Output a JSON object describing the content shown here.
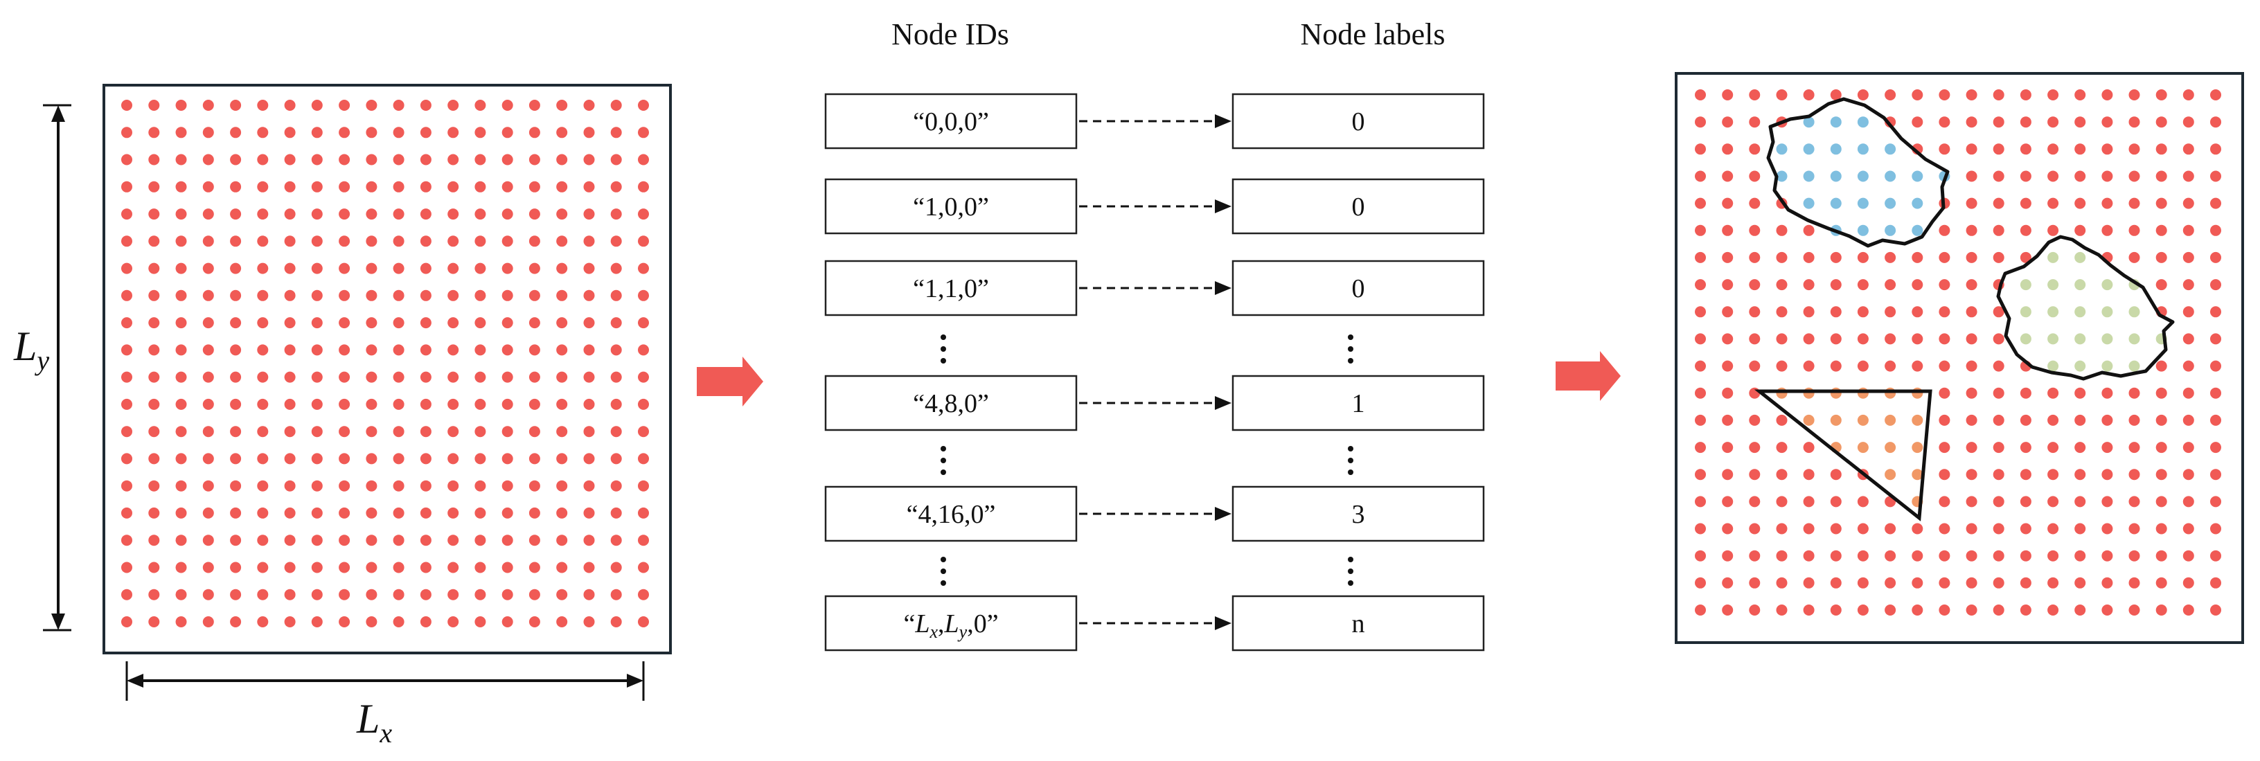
{
  "headers": {
    "ids": "Node IDs",
    "labels": "Node labels"
  },
  "rows": [
    {
      "id": "“0,0,0”",
      "label": "0"
    },
    {
      "id": "“1,0,0”",
      "label": "0"
    },
    {
      "id": "“1,1,0”",
      "label": "0"
    },
    {
      "id": "“4,8,0”",
      "label": "1"
    },
    {
      "id": "“4,16,0”",
      "label": "3"
    },
    {
      "id_parts": {
        "open": "“",
        "lx": "L",
        "lx_sub": "x",
        "comma": ",",
        "ly": "L",
        "ly_sub": "y",
        "close": ",0”"
      },
      "label": "n"
    }
  ],
  "dimensions": {
    "lx": "L",
    "lx_sub": "x",
    "ly": "L",
    "ly_sub": "y"
  },
  "colors": {
    "node": "#f05a55",
    "arrow": "#f05a55",
    "region_blue": "#7fbfe0",
    "region_green": "#c9d9a8",
    "region_orange": "#f19866",
    "frame": "#1e2a33"
  },
  "regions": [
    "blue",
    "green",
    "orange"
  ]
}
